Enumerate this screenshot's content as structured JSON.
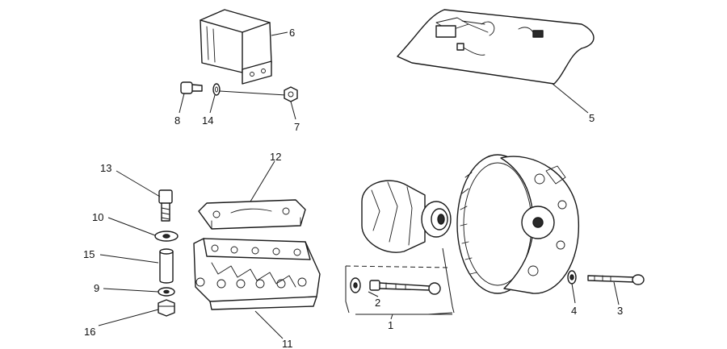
{
  "diagram": {
    "callouts": {
      "c1": "1",
      "c2": "2",
      "c3": "3",
      "c4": "4",
      "c5": "5",
      "c6": "6",
      "c7": "7",
      "c8": "8",
      "c9": "9",
      "c10": "10",
      "c11": "11",
      "c12": "12",
      "c13": "13",
      "c14": "14",
      "c15": "15",
      "c16": "16"
    }
  }
}
